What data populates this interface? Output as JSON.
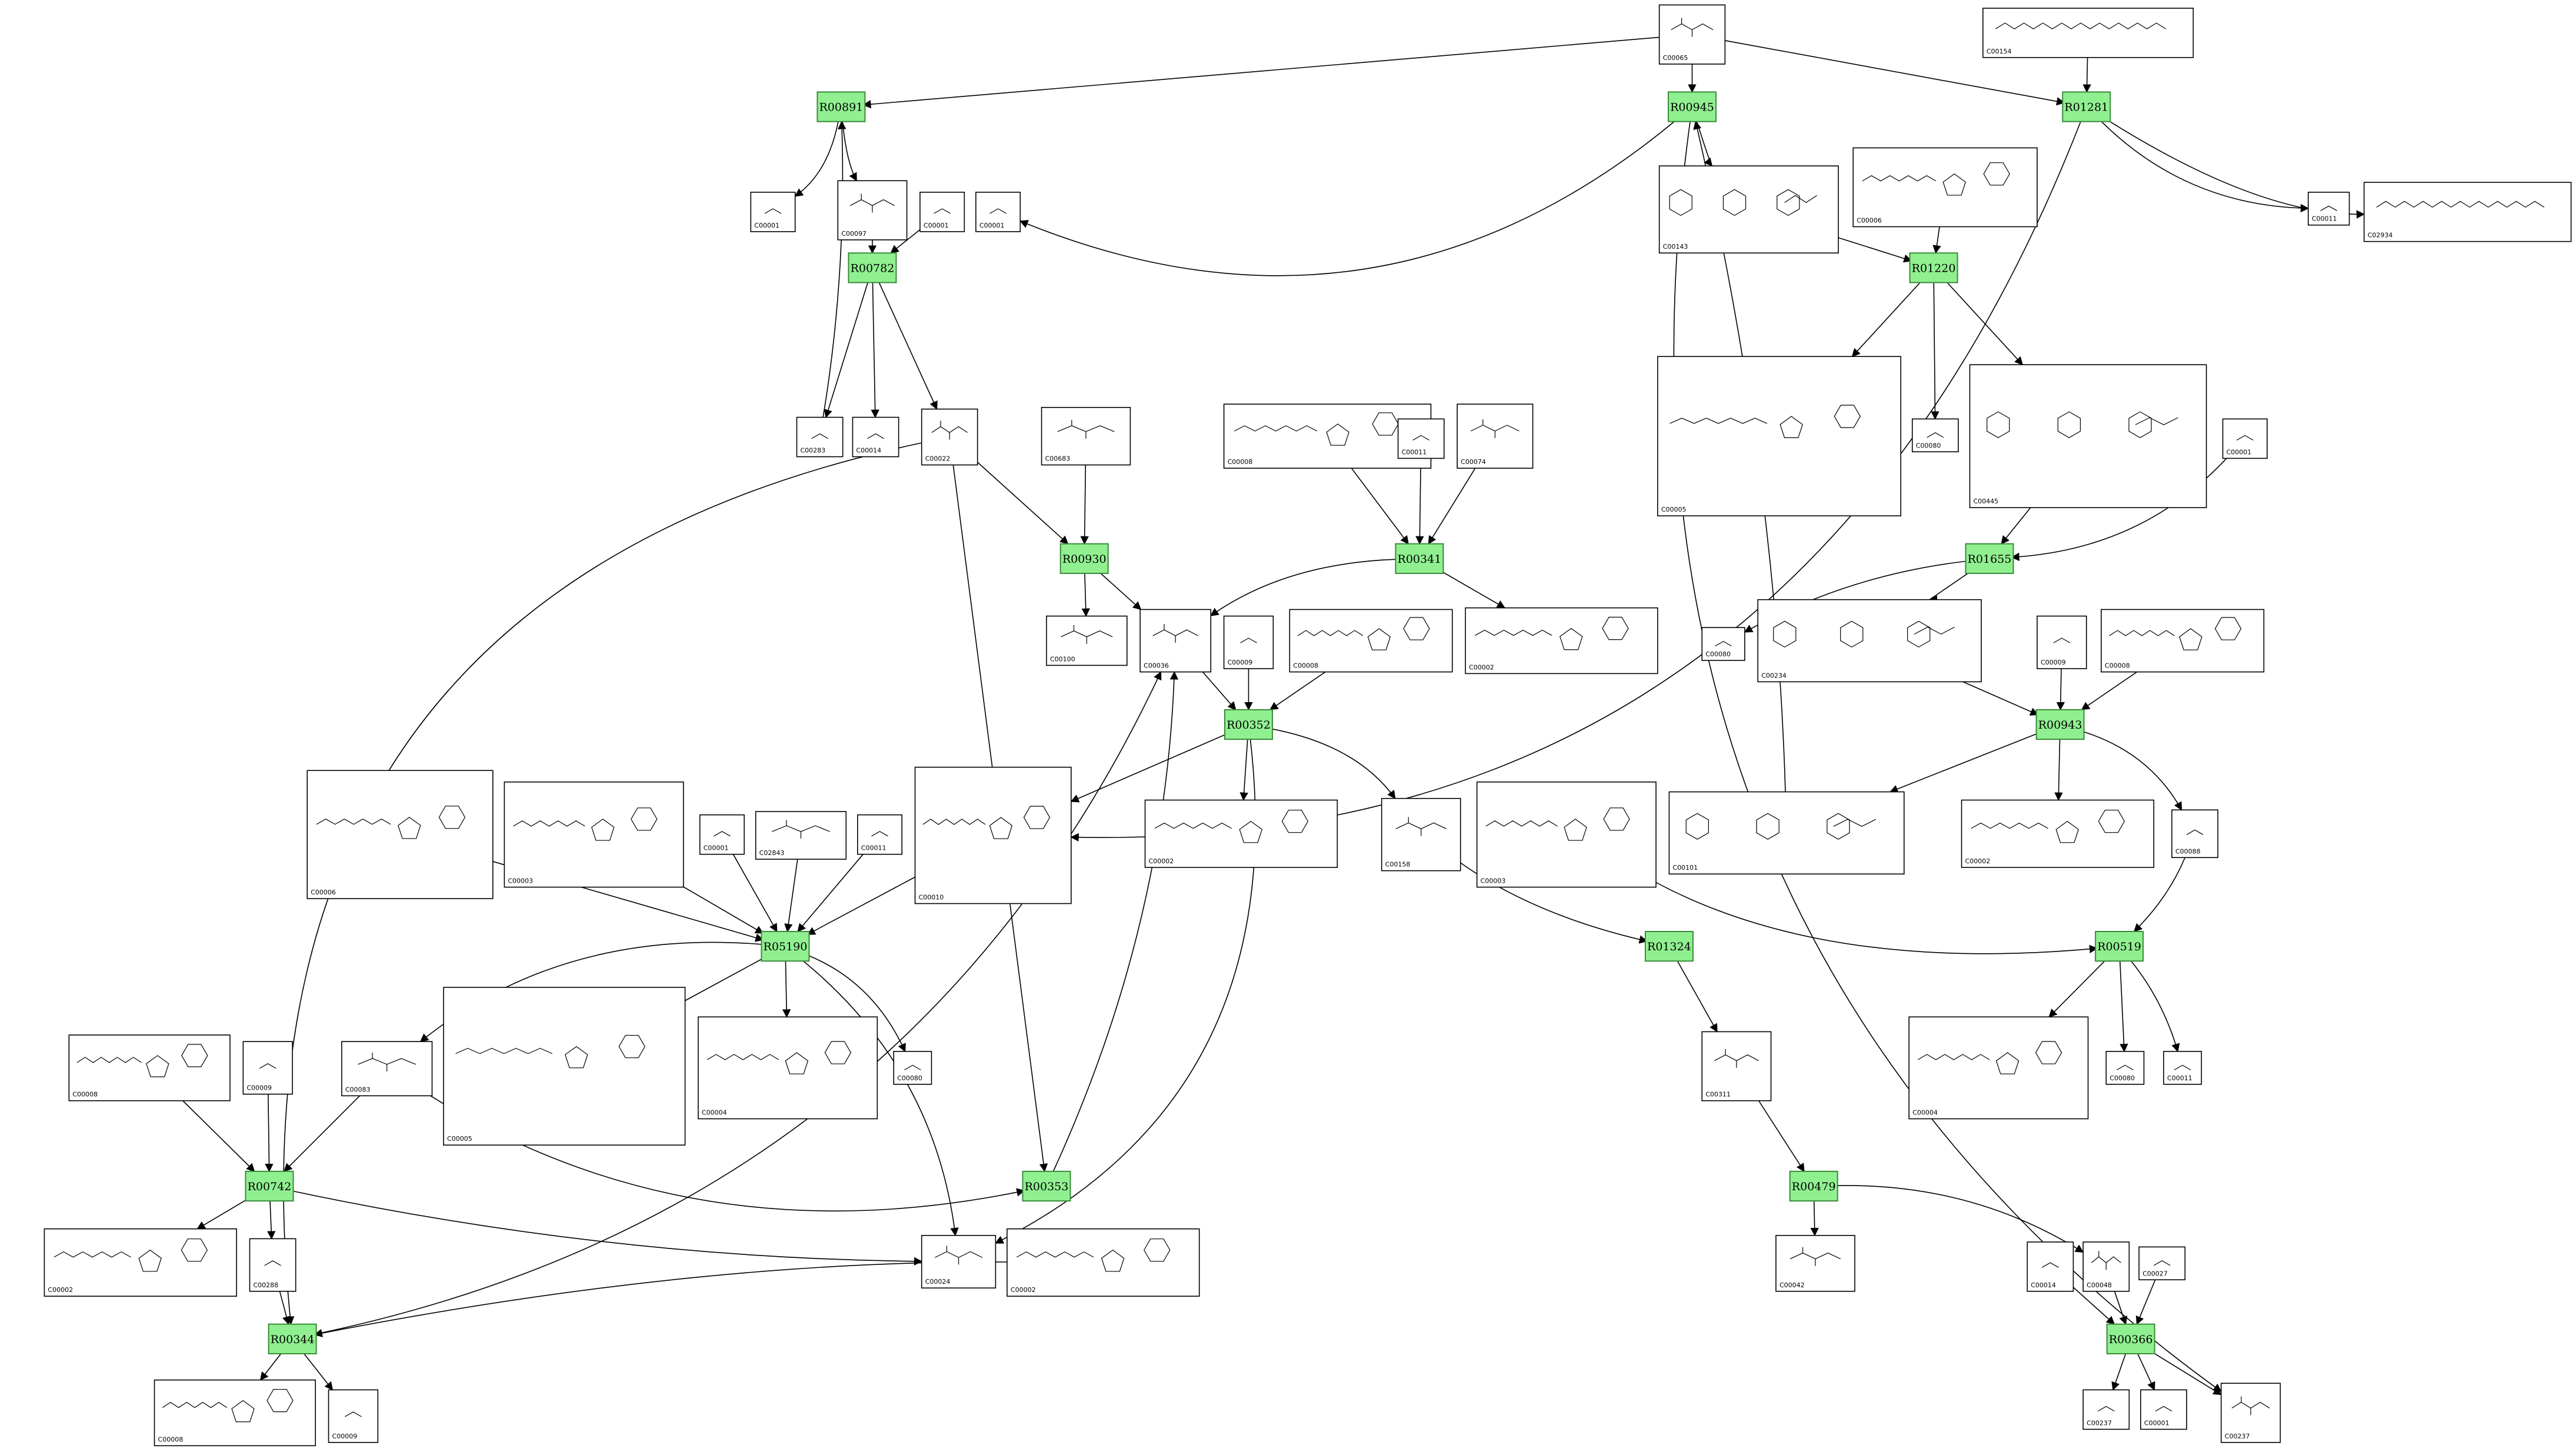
{
  "reactions": [
    {
      "id": "R00891"
    },
    {
      "id": "R00945"
    },
    {
      "id": "R01281"
    },
    {
      "id": "R00782"
    },
    {
      "id": "R01220"
    },
    {
      "id": "R00930"
    },
    {
      "id": "R00341"
    },
    {
      "id": "R01655"
    },
    {
      "id": "R00352"
    },
    {
      "id": "R00943"
    },
    {
      "id": "R05190"
    },
    {
      "id": "R01324"
    },
    {
      "id": "R00519"
    },
    {
      "id": "R00742"
    },
    {
      "id": "R00353"
    },
    {
      "id": "R00479"
    },
    {
      "id": "R00344"
    },
    {
      "id": "R00366"
    }
  ],
  "compounds": [
    {
      "id": "C00065"
    },
    {
      "id": "C00154"
    },
    {
      "id": "C00001"
    },
    {
      "id": "C00097"
    },
    {
      "id": "C00001"
    },
    {
      "id": "C00001"
    },
    {
      "id": "C00143"
    },
    {
      "id": "C00006"
    },
    {
      "id": "C00011"
    },
    {
      "id": "C02934"
    },
    {
      "id": "C00283"
    },
    {
      "id": "C00014"
    },
    {
      "id": "C00022"
    },
    {
      "id": "C00683"
    },
    {
      "id": "C00008"
    },
    {
      "id": "C00011"
    },
    {
      "id": "C00074"
    },
    {
      "id": "C00005"
    },
    {
      "id": "C00080"
    },
    {
      "id": "C00445"
    },
    {
      "id": "C00001"
    },
    {
      "id": "C00100"
    },
    {
      "id": "C00036"
    },
    {
      "id": "C00009"
    },
    {
      "id": "C00008"
    },
    {
      "id": "C00002"
    },
    {
      "id": "C00080"
    },
    {
      "id": "C00234"
    },
    {
      "id": "C00009"
    },
    {
      "id": "C00008"
    },
    {
      "id": "C00006"
    },
    {
      "id": "C00003"
    },
    {
      "id": "C00001"
    },
    {
      "id": "C02843"
    },
    {
      "id": "C00011"
    },
    {
      "id": "C00010"
    },
    {
      "id": "C00002"
    },
    {
      "id": "C00158"
    },
    {
      "id": "C00003"
    },
    {
      "id": "C00101"
    },
    {
      "id": "C00002"
    },
    {
      "id": "C00088"
    },
    {
      "id": "C00008"
    },
    {
      "id": "C00009"
    },
    {
      "id": "C00083"
    },
    {
      "id": "C00005"
    },
    {
      "id": "C00004"
    },
    {
      "id": "C00080"
    },
    {
      "id": "C00311"
    },
    {
      "id": "C00004"
    },
    {
      "id": "C00080"
    },
    {
      "id": "C00011"
    },
    {
      "id": "C00002"
    },
    {
      "id": "C00288"
    },
    {
      "id": "C00024"
    },
    {
      "id": "C00002"
    },
    {
      "id": "C00042"
    },
    {
      "id": "C00014"
    },
    {
      "id": "C00048"
    },
    {
      "id": "C00027"
    },
    {
      "id": "C00008"
    },
    {
      "id": "C00009"
    },
    {
      "id": "C00237"
    },
    {
      "id": "C00001"
    },
    {
      "id": "C00237"
    }
  ]
}
